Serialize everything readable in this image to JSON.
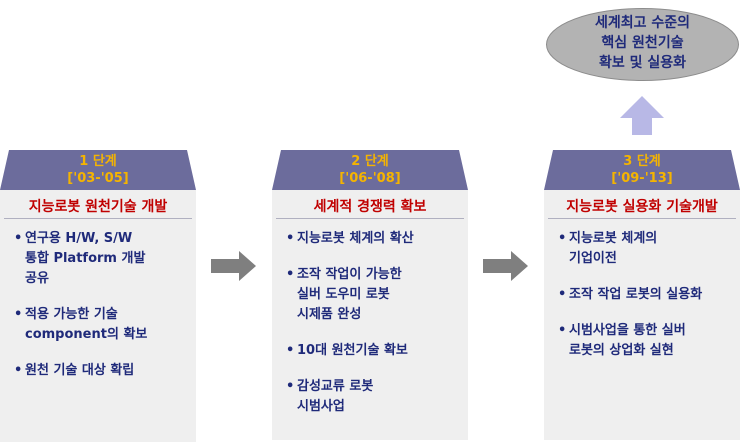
{
  "stages": [
    {
      "step": "1 단계",
      "period": "['03-'05]",
      "title": "지능로봇 원천기술 개발",
      "items": [
        "연구용 H/W, S/W\n통합 Platform 개발\n공유",
        "적용 가능한 기술\ncomponent의 확보",
        "원천 기술 대상 확립"
      ]
    },
    {
      "step": "2 단계",
      "period": "['06-'08]",
      "title": "세계적 경쟁력 확보",
      "items": [
        "지능로봇 체계의 확산",
        "조작 작업이 가능한\n실버 도우미 로봇\n시제품 완성",
        "10대 원천기술 확보",
        "감성교류 로봇\n시범사업"
      ]
    },
    {
      "step": "3 단계",
      "period": "['09-'13]",
      "title": "지능로봇 실용화 기술개발",
      "items": [
        "지능로봇 체계의\n기업이전",
        "조작 작업 로봇의 실용화",
        "시범사업을 통한 실버\n로봇의 상업화 실현"
      ]
    }
  ],
  "goal": {
    "text": "세계최고 수준의\n핵심 원천기술\n확보 및 실용화"
  },
  "colors": {
    "header_bg": "#6c6c9c",
    "header_text": "#f5b400",
    "title_text": "#c00000",
    "item_text": "#1f2a7a",
    "body_bg": "#efefef",
    "arrow_gray": "#7f7f7f",
    "arrow_up": "#b8b8e6",
    "goal_fill": "#b3b3b3"
  }
}
